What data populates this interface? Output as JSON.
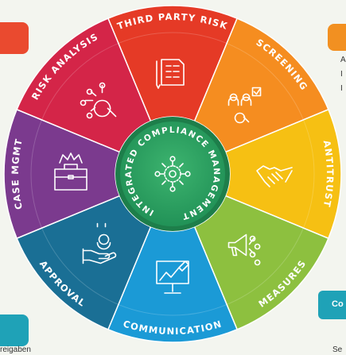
{
  "center": {
    "label": "INTEGRATED COMPLIANCE MANAGEMENT"
  },
  "segments": [
    {
      "key": "third-party-risk",
      "label": "THIRD PARTY RISK",
      "icon": "checklist-icon",
      "color": "#e53a26"
    },
    {
      "key": "screening",
      "label": "SCREENING",
      "icon": "screening-people-icon",
      "color": "#f58d20"
    },
    {
      "key": "antitrust",
      "label": "ANTITRUST",
      "icon": "handshake-icon",
      "color": "#f6c013"
    },
    {
      "key": "measures",
      "label": "MEASURES",
      "icon": "megaphone-icon",
      "color": "#8dc03f"
    },
    {
      "key": "communication",
      "label": "COMMUNICATION",
      "icon": "presentation-icon",
      "color": "#1b9ad6"
    },
    {
      "key": "approval",
      "label": "APPROVAL",
      "icon": "hand-person-icon",
      "color": "#1a6f95"
    },
    {
      "key": "case-mgmt",
      "label": "CASE MGMT",
      "icon": "briefcase-icon",
      "color": "#7b3a8e"
    },
    {
      "key": "risk-analysis",
      "label": "RISK ANALYSIS",
      "icon": "magnifier-network-icon",
      "color": "#d42548"
    }
  ],
  "edge_text": {
    "bottom_left": "reigaben",
    "bottom_right": "Se",
    "right_tab": "Co",
    "right_lines": [
      "A",
      "I",
      "I"
    ]
  },
  "colors": {
    "accent_red": "#ea4a2f",
    "accent_orange": "#f29021",
    "accent_teal": "#1fa2b7",
    "center_green": "#2ea15f"
  }
}
